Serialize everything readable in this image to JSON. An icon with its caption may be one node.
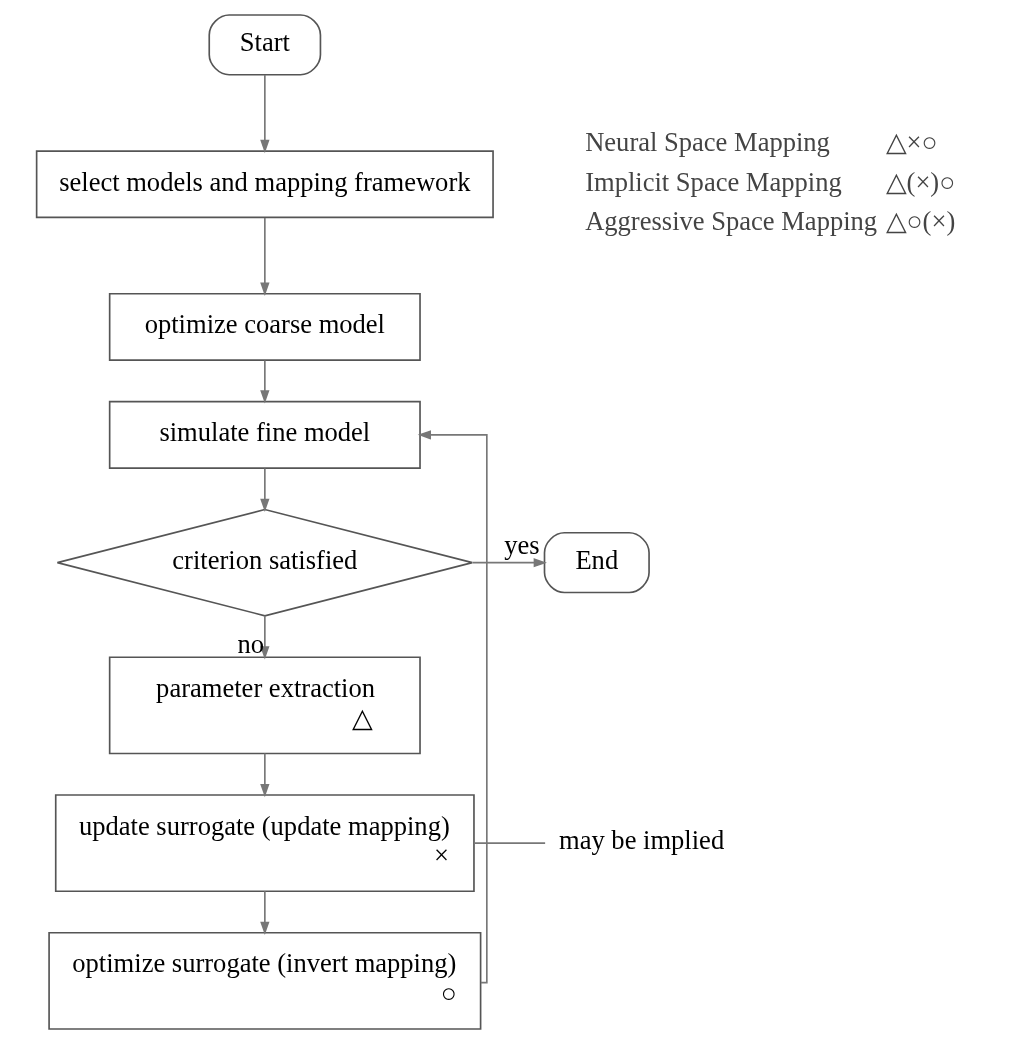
{
  "diagram": {
    "nodes": [
      {
        "text": [
          "Start"
        ]
      },
      {
        "text": [
          "select models and mapping framework"
        ]
      },
      {
        "text": [
          "optimize coarse model"
        ]
      },
      {
        "text": [
          "simulate fine model"
        ]
      },
      {
        "text": [
          "criterion satisfied"
        ]
      },
      {
        "text": [
          "End"
        ]
      },
      {
        "text": [
          "parameter extraction",
          "△"
        ]
      },
      {
        "text": [
          "update surrogate (update mapping)",
          "×"
        ]
      },
      {
        "text": [
          "optimize surrogate (invert mapping)",
          "○"
        ]
      },
      {
        "text": [
          "may be implied"
        ]
      }
    ],
    "edges": [
      {
        "from": 0,
        "to": 1,
        "arrow": "to"
      },
      {
        "from": 1,
        "to": 2,
        "arrow": "to"
      },
      {
        "from": 2,
        "to": 3,
        "arrow": "to"
      },
      {
        "from": 3,
        "to": 4,
        "arrow": "to"
      },
      {
        "from": 4,
        "to": 5,
        "arrow": "to",
        "label": "yes"
      },
      {
        "from": 4,
        "to": 6,
        "arrow": "to",
        "label": "no"
      },
      {
        "from": 6,
        "to": 7,
        "arrow": "to"
      },
      {
        "from": 7,
        "to": 8,
        "arrow": "to"
      },
      {
        "from": 8,
        "to": 3,
        "arrow": "to"
      },
      {
        "from": 9,
        "to": 7,
        "arrow": "none"
      }
    ],
    "labels": [
      "Neural Space Mapping",
      "△×○",
      "Implicit Space Mapping",
      "△(×)○",
      "Aggressive Space Mapping",
      "△○(×)"
    ]
  }
}
